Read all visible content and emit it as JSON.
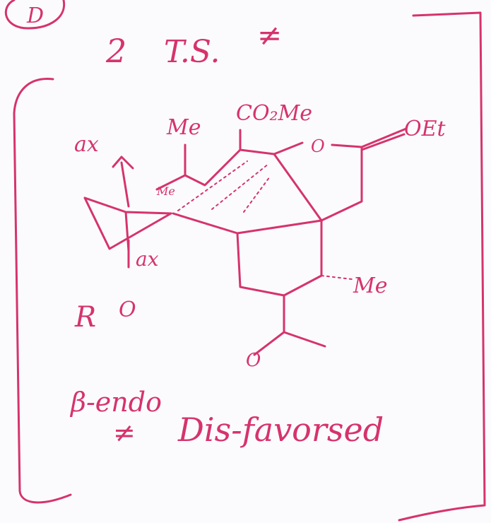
{
  "colors": {
    "ink": "#d6336c",
    "paper": "#fbfbfd"
  },
  "header": {
    "circled_label": "D",
    "ts_count": "2",
    "ts_label": "T.S.",
    "ts_symbol": "≠"
  },
  "labels": {
    "axial_top": "ax",
    "axial_bottom": "ax",
    "methyl_top": "Me",
    "methyl_small": "Me",
    "ester": "CO₂Me",
    "ring_oxygen": "O",
    "ethoxy": "OEt",
    "methyl_right": "Me",
    "ketone_oxygen": "O",
    "r_group": "R",
    "r_oxygen": "O"
  },
  "footer": {
    "stereo_label": "β-endo",
    "ts_symbol": "≠",
    "verdict": "Dis-favorsed"
  }
}
